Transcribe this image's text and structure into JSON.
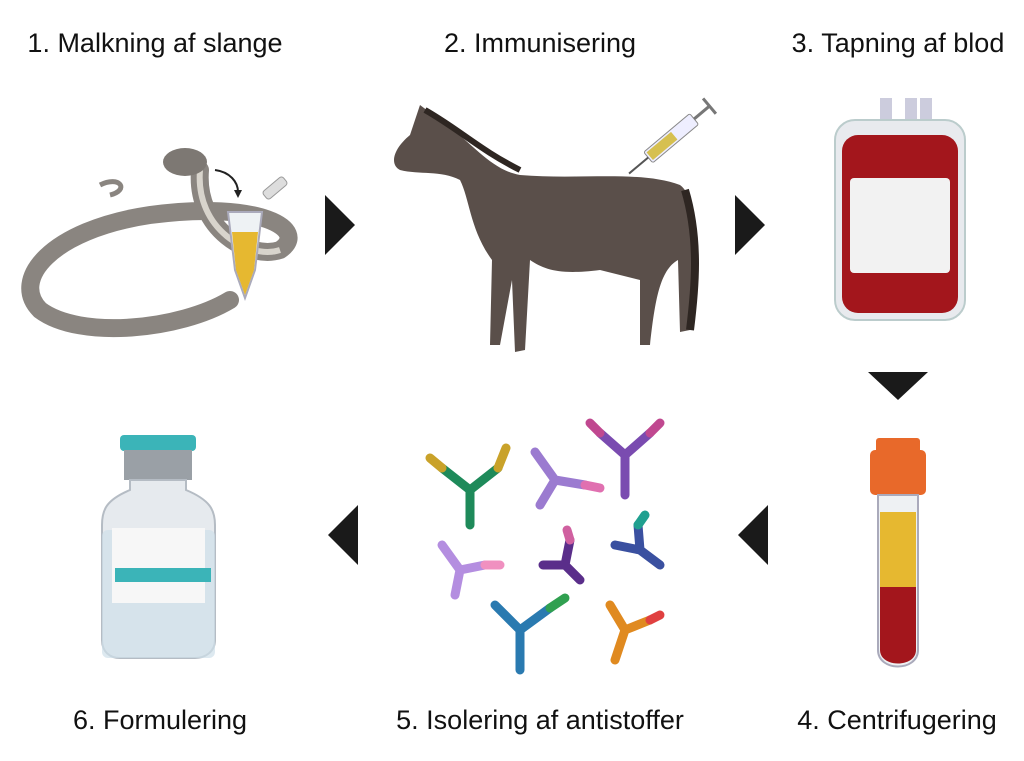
{
  "steps": [
    {
      "label": "1. Malkning af slange",
      "icon": "snake-venom-icon"
    },
    {
      "label": "2. Immunisering",
      "icon": "horse-syringe-icon"
    },
    {
      "label": "3. Tapning af blod",
      "icon": "blood-bag-icon"
    },
    {
      "label": "4. Centrifugering",
      "icon": "centrifuge-tube-icon"
    },
    {
      "label": "5. Isolering af antistoffer",
      "icon": "antibodies-icon"
    },
    {
      "label": "6. Formulering",
      "icon": "vial-icon"
    }
  ],
  "colors": {
    "arrow": "#1a1a1a",
    "blood": "#a3161c",
    "plasma": "#e6b830",
    "horse": "#5a4f4a",
    "snake": "#8a8580",
    "vial_band": "#3bb4b8"
  }
}
